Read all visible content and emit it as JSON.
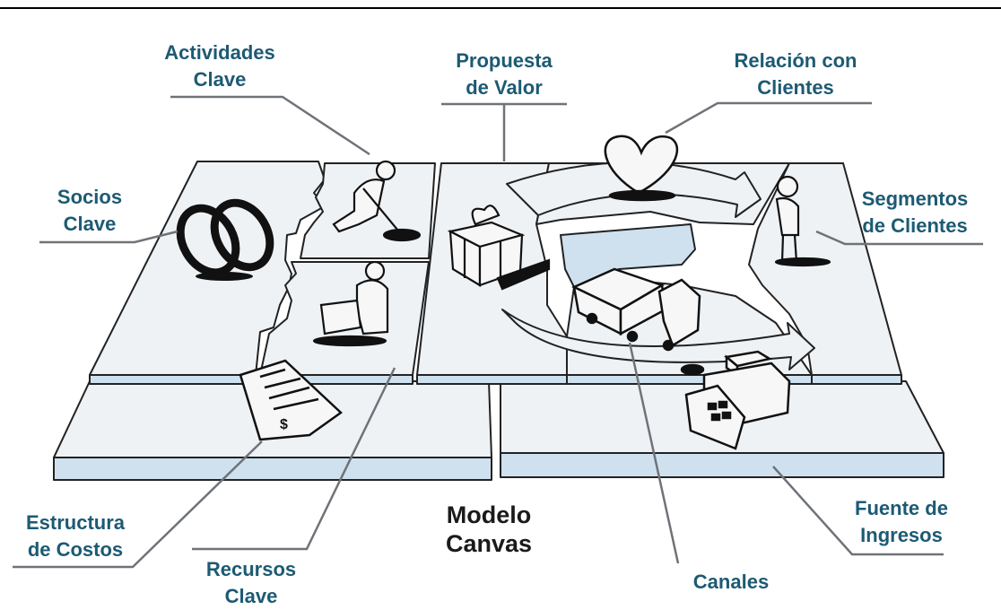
{
  "labels": {
    "actividades": [
      "Actividades",
      "Clave"
    ],
    "propuesta": [
      "Propuesta",
      "de Valor"
    ],
    "relacion": [
      "Relación con",
      "Clientes"
    ],
    "socios": [
      "Socios",
      "Clave"
    ],
    "segmentos": [
      "Segmentos",
      "de Clientes"
    ],
    "estructura": [
      "Estructura",
      "de Costos"
    ],
    "recursos": [
      "Recursos",
      "Clave"
    ],
    "canales": "Canales",
    "fuente": [
      "Fuente de",
      "Ingresos"
    ]
  },
  "title": [
    "Modelo",
    "Canvas"
  ],
  "icons": [
    "chain-link-icon",
    "digging-worker-icon",
    "worker-with-box-icon",
    "gift-box-icon",
    "heart-icon",
    "standing-person-icon",
    "delivery-truck-icon",
    "cash-register-icon",
    "invoice-dollar-icon"
  ],
  "colors": {
    "label": "#1d5a73",
    "title": "#1a1a1a",
    "board": "#eef2f5",
    "board_side": "#cfe1ef",
    "line": "#222222",
    "leader": "#6f7378"
  }
}
